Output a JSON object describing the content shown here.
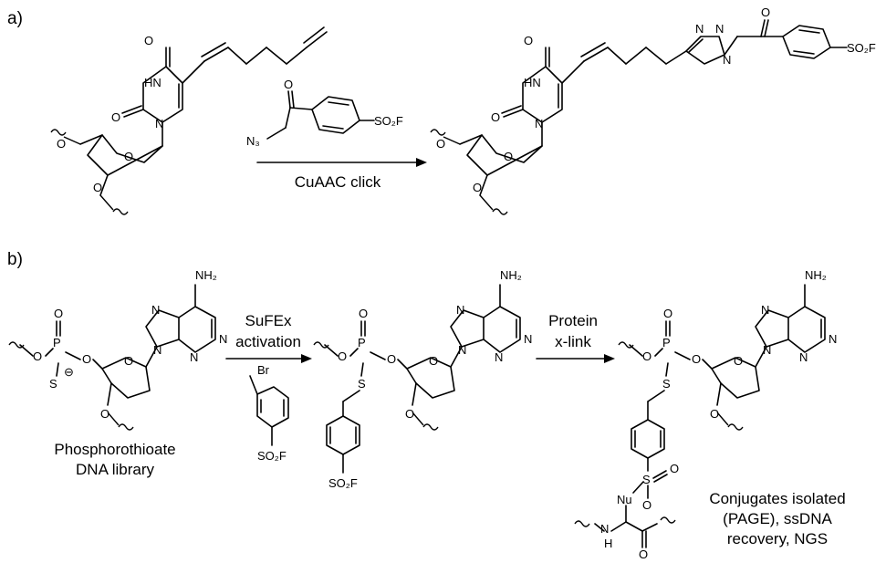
{
  "panels": {
    "a": {
      "label": "a)",
      "arrow_label": "CuAAC click",
      "reagent_atoms": {
        "n3": "N₃",
        "o": "O",
        "so2f": "SO₂F"
      },
      "start_atoms": {
        "hn": "HN",
        "o1": "O",
        "o2": "O",
        "n": "N",
        "o_ring": "O",
        "o5": "O",
        "o3": "O"
      },
      "product_atoms": {
        "hn": "HN",
        "o1": "O",
        "o2": "O",
        "n": "N",
        "o_ring": "O",
        "o5": "O",
        "o3": "O",
        "triazole_n1": "N",
        "triazole_n2": "N",
        "triazole_n3": "N",
        "keto_o": "O",
        "so2f": "SO₂F"
      }
    },
    "b": {
      "label": "b)",
      "arrow1_label_line1": "SuFEx",
      "arrow1_label_line2": "activation",
      "arrow2_label_line1": "Protein",
      "arrow2_label_line2": "x-link",
      "library_label_line1": "Phosphorothioate",
      "library_label_line2": "DNA library",
      "conjugate_label_line1": "Conjugates isolated",
      "conjugate_label_line2": "(PAGE), ssDNA",
      "conjugate_label_line3": "recovery, NGS",
      "reagent_atoms": {
        "br": "Br",
        "so2f": "SO₂F"
      },
      "nucleotide_atoms": {
        "nh2": "NH₂",
        "n": "N",
        "o": "O",
        "p": "P",
        "s": "S",
        "minus": "⊖"
      },
      "intermediate_atoms": {
        "so2f": "SO₂F"
      },
      "final_atoms": {
        "nu": "Nu",
        "s": "S",
        "o": "O",
        "nh": "H",
        "n": "N"
      }
    }
  }
}
